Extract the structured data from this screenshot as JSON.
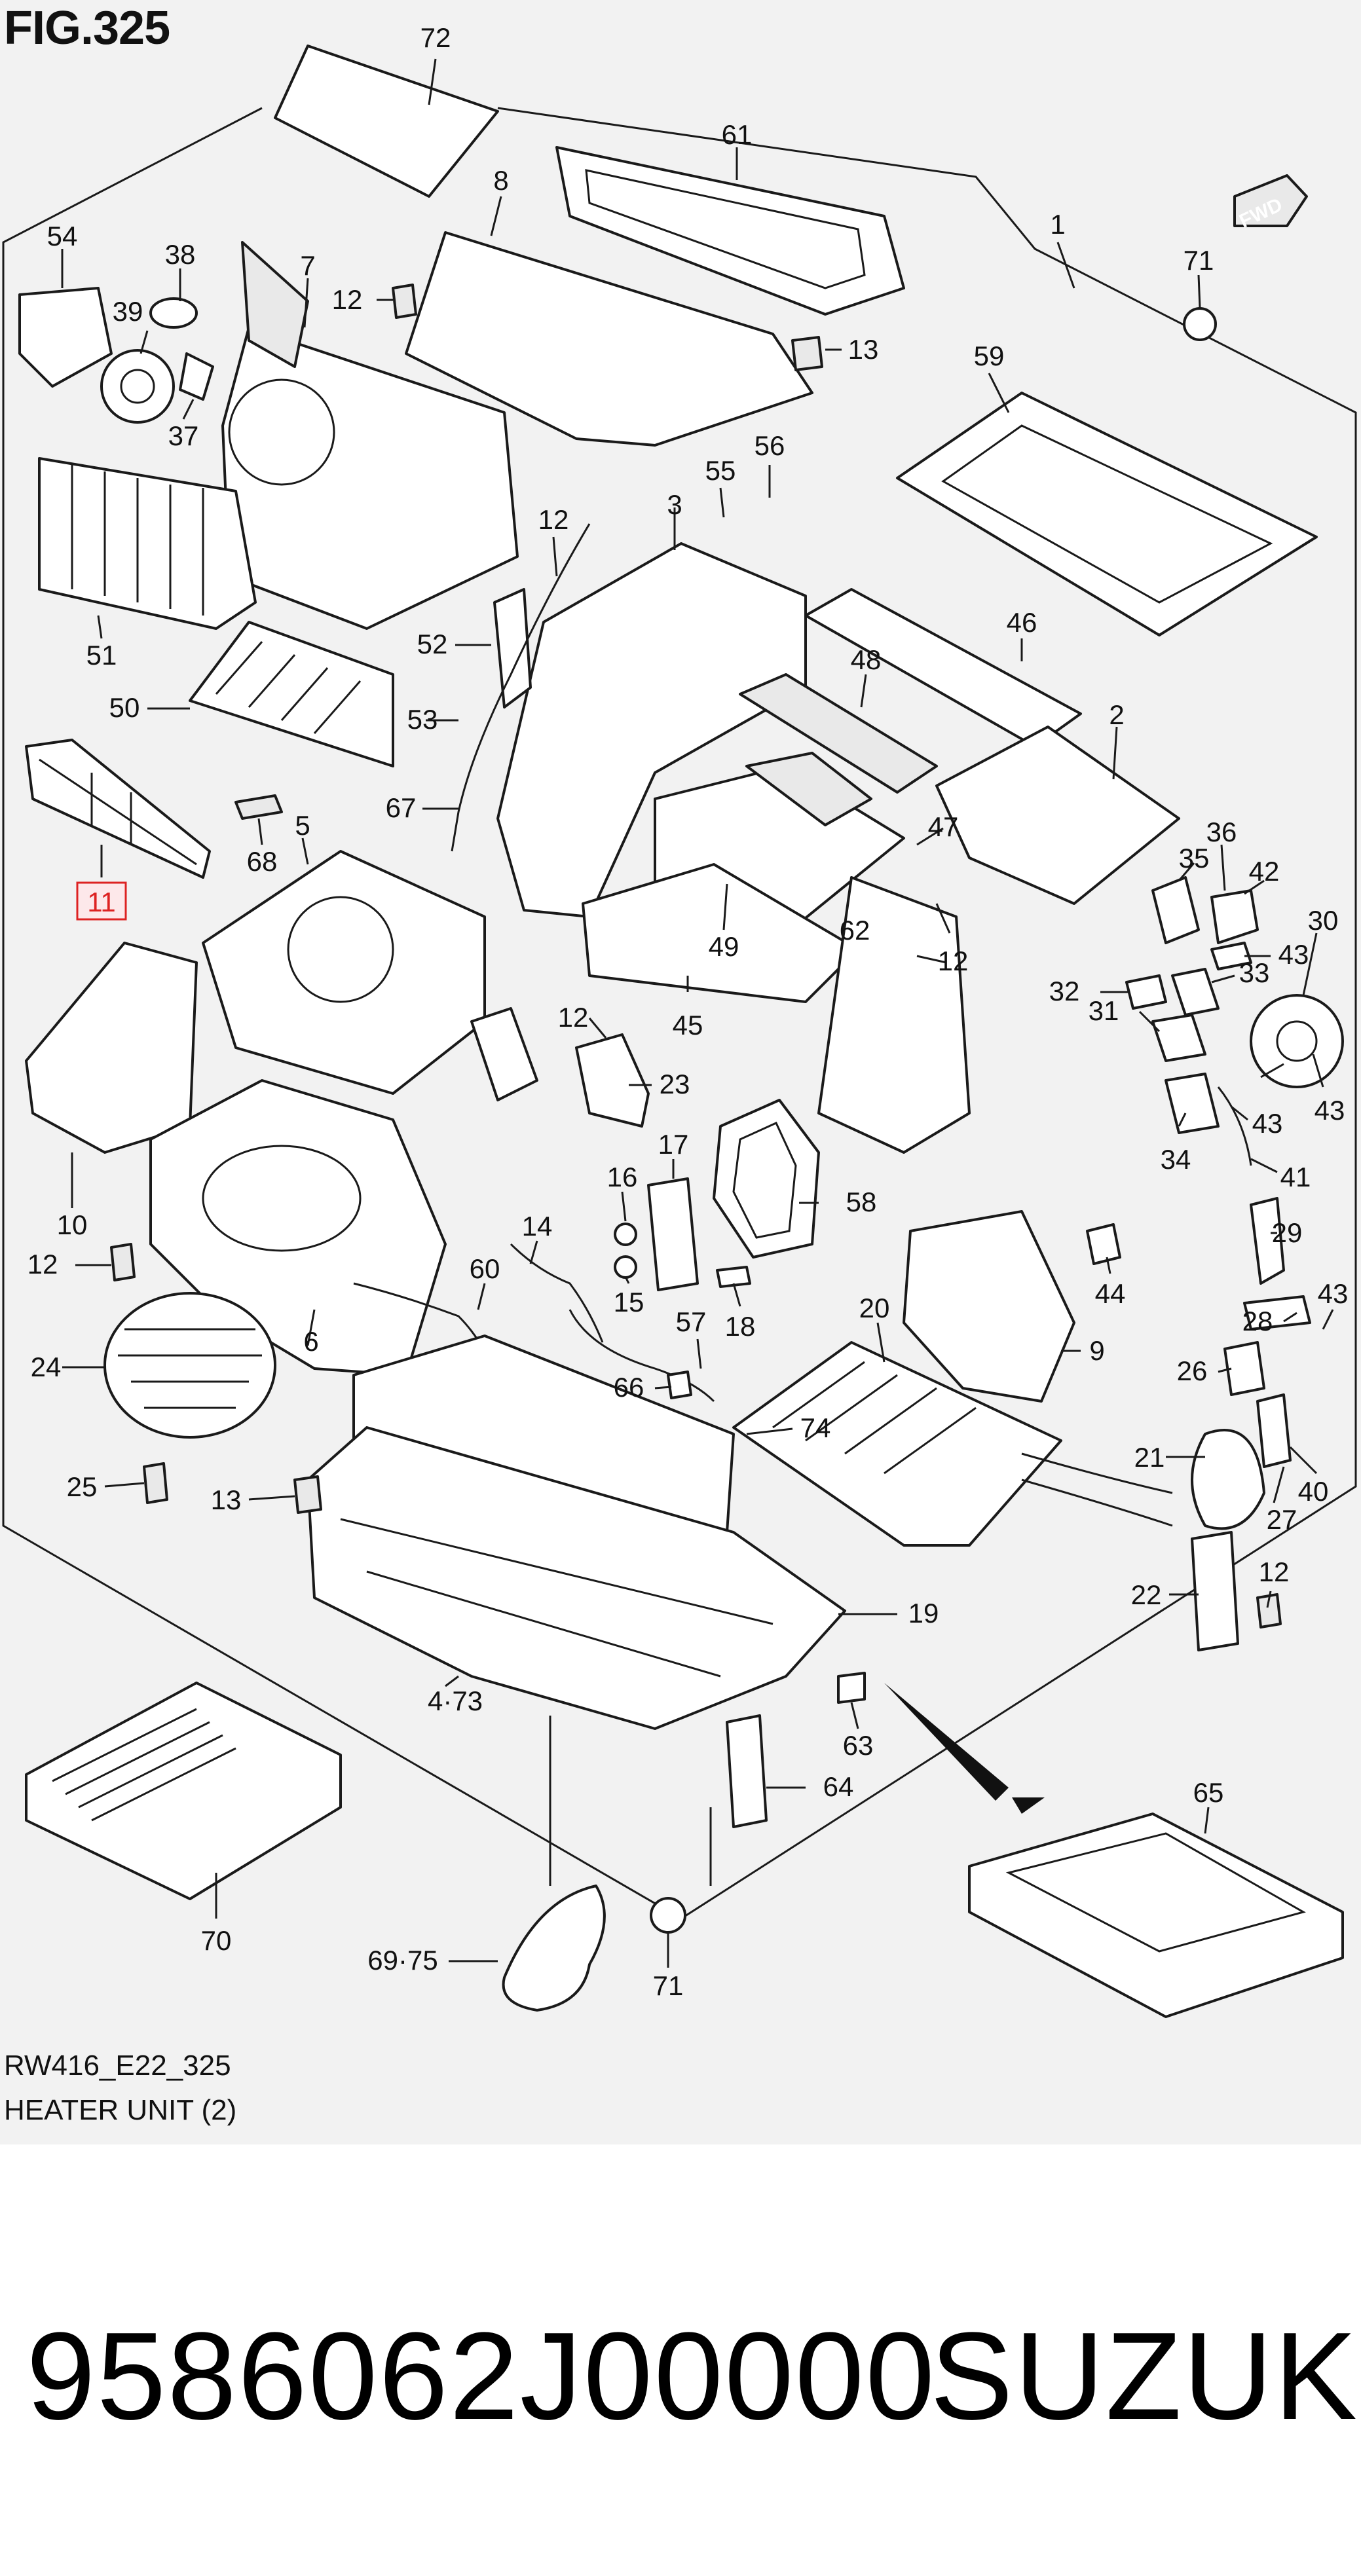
{
  "figure": {
    "title": "FIG.325",
    "code": "RW416_E22_325",
    "description": "HEATER UNIT (2)"
  },
  "footer": {
    "part_number": "9586062J00000",
    "brand": "SUZUKI"
  },
  "direction_tag": "FWD",
  "highlighted_callout": "11",
  "callouts": [
    {
      "id": "72",
      "text": "72"
    },
    {
      "id": "61",
      "text": "61"
    },
    {
      "id": "8",
      "text": "8"
    },
    {
      "id": "1",
      "text": "1"
    },
    {
      "id": "54",
      "text": "54"
    },
    {
      "id": "38",
      "text": "38"
    },
    {
      "id": "7",
      "text": "7"
    },
    {
      "id": "71a",
      "text": "71"
    },
    {
      "id": "39",
      "text": "39"
    },
    {
      "id": "12a",
      "text": "12"
    },
    {
      "id": "13a",
      "text": "13"
    },
    {
      "id": "37",
      "text": "37"
    },
    {
      "id": "59",
      "text": "59"
    },
    {
      "id": "56",
      "text": "56"
    },
    {
      "id": "55",
      "text": "55"
    },
    {
      "id": "12b",
      "text": "12"
    },
    {
      "id": "51",
      "text": "51"
    },
    {
      "id": "3",
      "text": "3"
    },
    {
      "id": "46",
      "text": "46"
    },
    {
      "id": "52",
      "text": "52"
    },
    {
      "id": "48",
      "text": "48"
    },
    {
      "id": "50",
      "text": "50"
    },
    {
      "id": "53",
      "text": "53"
    },
    {
      "id": "2",
      "text": "2"
    },
    {
      "id": "67",
      "text": "67"
    },
    {
      "id": "68",
      "text": "68"
    },
    {
      "id": "5",
      "text": "5"
    },
    {
      "id": "47",
      "text": "47"
    },
    {
      "id": "36",
      "text": "36"
    },
    {
      "id": "11",
      "text": "11"
    },
    {
      "id": "35",
      "text": "35"
    },
    {
      "id": "42",
      "text": "42"
    },
    {
      "id": "49",
      "text": "49"
    },
    {
      "id": "62",
      "text": "62"
    },
    {
      "id": "12c",
      "text": "12"
    },
    {
      "id": "30",
      "text": "30"
    },
    {
      "id": "43a",
      "text": "43"
    },
    {
      "id": "32",
      "text": "32"
    },
    {
      "id": "33",
      "text": "33"
    },
    {
      "id": "31",
      "text": "31"
    },
    {
      "id": "12d",
      "text": "12"
    },
    {
      "id": "45",
      "text": "45"
    },
    {
      "id": "23",
      "text": "23"
    },
    {
      "id": "43b",
      "text": "43"
    },
    {
      "id": "43c",
      "text": "43"
    },
    {
      "id": "17",
      "text": "17"
    },
    {
      "id": "34",
      "text": "34"
    },
    {
      "id": "10",
      "text": "10"
    },
    {
      "id": "16",
      "text": "16"
    },
    {
      "id": "41",
      "text": "41"
    },
    {
      "id": "14",
      "text": "14"
    },
    {
      "id": "58",
      "text": "58"
    },
    {
      "id": "29",
      "text": "29"
    },
    {
      "id": "12e",
      "text": "12"
    },
    {
      "id": "60",
      "text": "60"
    },
    {
      "id": "15",
      "text": "15"
    },
    {
      "id": "43d",
      "text": "43"
    },
    {
      "id": "57",
      "text": "57"
    },
    {
      "id": "18",
      "text": "18"
    },
    {
      "id": "44",
      "text": "44"
    },
    {
      "id": "20",
      "text": "20"
    },
    {
      "id": "28",
      "text": "28"
    },
    {
      "id": "6",
      "text": "6"
    },
    {
      "id": "9",
      "text": "9"
    },
    {
      "id": "24",
      "text": "24"
    },
    {
      "id": "66",
      "text": "66"
    },
    {
      "id": "26",
      "text": "26"
    },
    {
      "id": "74",
      "text": "74"
    },
    {
      "id": "21",
      "text": "21"
    },
    {
      "id": "25",
      "text": "25"
    },
    {
      "id": "13b",
      "text": "13"
    },
    {
      "id": "40",
      "text": "40"
    },
    {
      "id": "27",
      "text": "27"
    },
    {
      "id": "12f",
      "text": "12"
    },
    {
      "id": "22",
      "text": "22"
    },
    {
      "id": "19",
      "text": "19"
    },
    {
      "id": "4_73",
      "text": "4·73"
    },
    {
      "id": "63",
      "text": "63"
    },
    {
      "id": "64",
      "text": "64"
    },
    {
      "id": "65",
      "text": "65"
    },
    {
      "id": "70",
      "text": "70"
    },
    {
      "id": "69_75",
      "text": "69·75"
    },
    {
      "id": "71b",
      "text": "71"
    }
  ]
}
